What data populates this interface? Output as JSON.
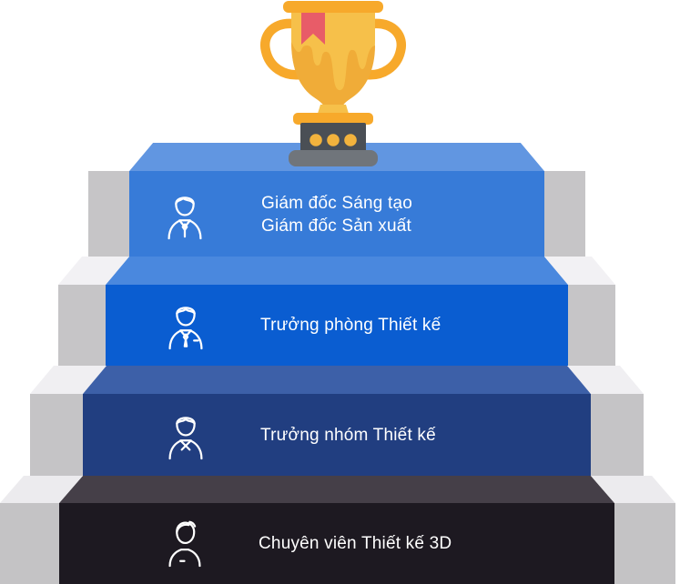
{
  "background_color": "#FFFFFF",
  "text_color": "#FFFFFF",
  "trophy": {
    "name": "trophy-icon",
    "accent_color": "#F7A92B",
    "cup_color": "#F6C04A",
    "drip_color": "#F0AC38",
    "ribbon_color": "#E85C68",
    "base_color": "#4A4F55",
    "dot_color": "#F2B33D",
    "stand_color": "#70757B"
  },
  "steps": [
    {
      "line1": "Giám đốc Sáng tạo",
      "line2": "Giám đốc Sản xuất",
      "icon": "executive-person-icon",
      "riser_color": "#377BD8",
      "tread_color": "#6196E1",
      "side_color": "#C6C5C7",
      "side_top_color": "#FFFFFF"
    },
    {
      "line1": "Trưởng phòng Thiết kế",
      "line2": "",
      "icon": "manager-person-icon",
      "riser_color": "#0A5DD1",
      "tread_color": "#4A88DE",
      "side_color": "#C6C5C7",
      "side_top_color": "#F2F1F4"
    },
    {
      "line1": "Trưởng nhóm Thiết kế",
      "line2": "",
      "icon": "team-lead-person-icon",
      "riser_color": "#213E80",
      "tread_color": "#3D60A8",
      "side_color": "#C5C4C6",
      "side_top_color": "#F0EFF2"
    },
    {
      "line1": "Chuyên viên Thiết kế 3D",
      "line2": "",
      "icon": "specialist-person-icon",
      "riser_color": "#1D1921",
      "tread_color": "#453F48",
      "side_color": "#C4C3C5",
      "side_top_color": "#ECEBEE"
    }
  ]
}
